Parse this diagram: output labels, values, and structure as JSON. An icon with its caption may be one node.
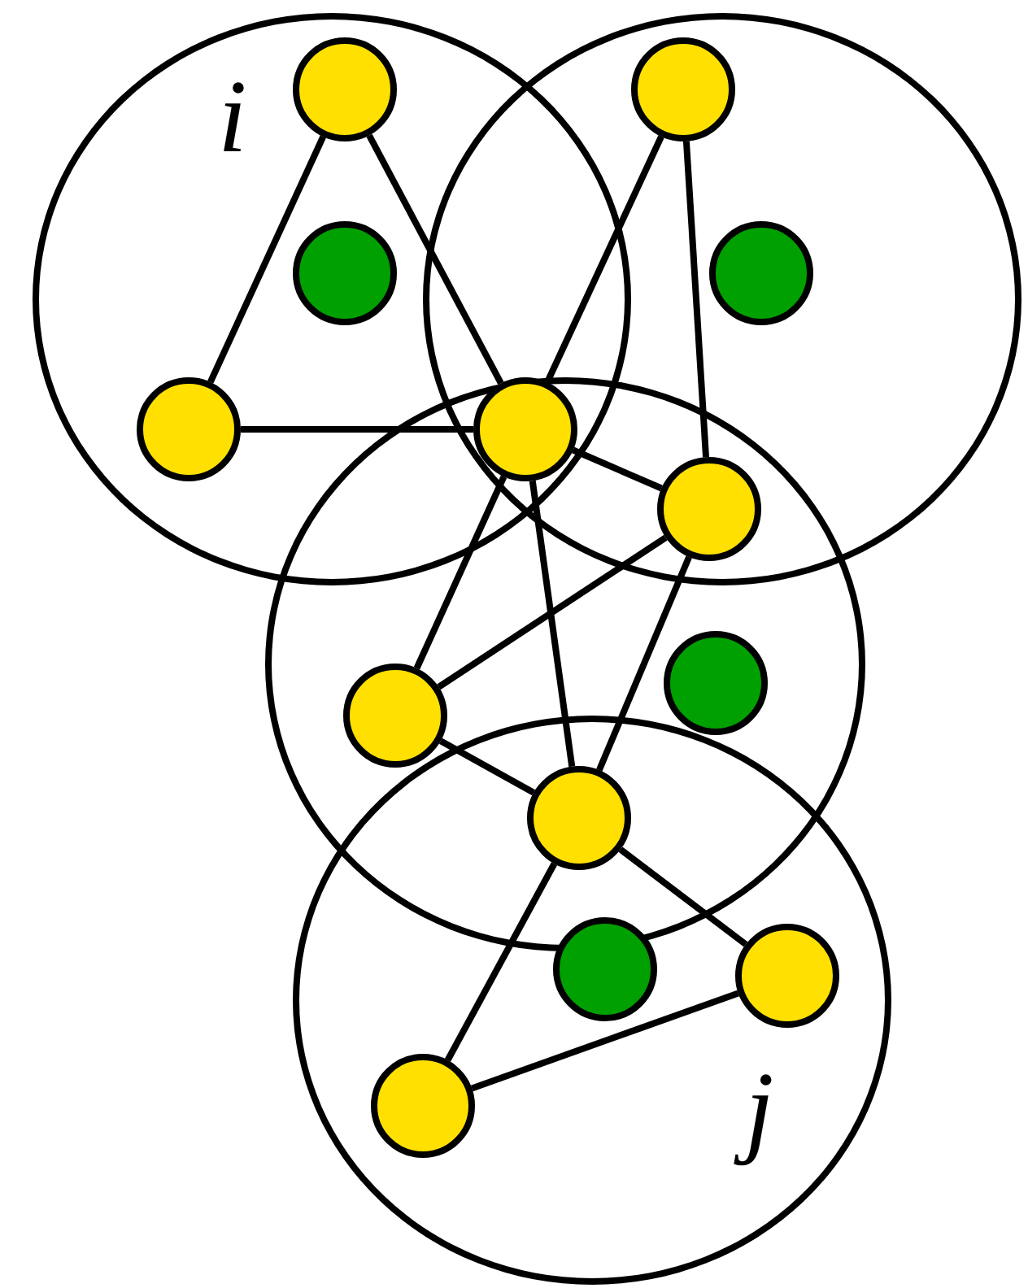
{
  "diagram": {
    "nodes": [
      {
        "text": [],
        "shape": "circle"
      },
      {
        "text": [],
        "shape": "circle",
        "in": 0
      },
      {
        "text": [],
        "shape": "circle",
        "in": 0
      },
      {
        "text": [],
        "shape": "circle",
        "in": 0
      },
      {
        "text": [],
        "shape": "circle"
      },
      {
        "text": [],
        "shape": "circle",
        "in": 4
      },
      {
        "text": [],
        "shape": "circle",
        "in": 4
      },
      {
        "text": [],
        "shape": "circle"
      },
      {
        "text": [],
        "shape": "circle"
      },
      {
        "text": [],
        "shape": "circle"
      },
      {
        "text": [],
        "shape": "circle",
        "in": 9
      },
      {
        "text": [],
        "shape": "circle",
        "in": 9
      },
      {
        "text": [],
        "shape": "circle"
      },
      {
        "text": [],
        "shape": "circle"
      },
      {
        "text": [],
        "shape": "circle",
        "in": 13
      },
      {
        "text": [],
        "shape": "circle",
        "in": 13
      },
      {
        "text": [],
        "shape": "circle",
        "in": 13
      }
    ],
    "edges": [
      {
        "from": 1,
        "to": 3,
        "arrow": "none"
      },
      {
        "from": 1,
        "to": 7,
        "arrow": "none"
      },
      {
        "from": 3,
        "to": 7,
        "arrow": "none"
      },
      {
        "from": 5,
        "to": 7,
        "arrow": "none"
      },
      {
        "from": 5,
        "to": 8,
        "arrow": "none"
      },
      {
        "from": 7,
        "to": 8,
        "arrow": "none"
      },
      {
        "from": 7,
        "to": 10,
        "arrow": "none"
      },
      {
        "from": 7,
        "to": 12,
        "arrow": "none"
      },
      {
        "from": 8,
        "to": 10,
        "arrow": "none"
      },
      {
        "from": 8,
        "to": 12,
        "arrow": "none"
      },
      {
        "from": 10,
        "to": 12,
        "arrow": "none"
      },
      {
        "from": 12,
        "to": 16,
        "arrow": "none"
      },
      {
        "from": 12,
        "to": 15,
        "arrow": "none"
      },
      {
        "from": 16,
        "to": 15,
        "arrow": "none"
      }
    ],
    "labels": [
      "i",
      "j"
    ]
  }
}
